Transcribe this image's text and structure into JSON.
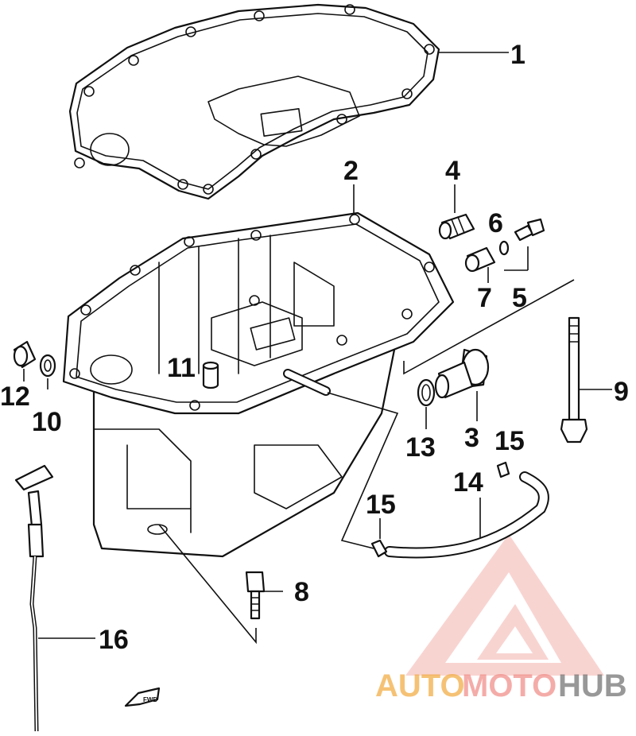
{
  "callouts": {
    "c1": "1",
    "c2": "2",
    "c3": "3",
    "c4": "4",
    "c5": "5",
    "c6": "6",
    "c7": "7",
    "c8": "8",
    "c9": "9",
    "c10": "10",
    "c11": "11",
    "c12": "12",
    "c13": "13",
    "c14": "14",
    "c15a": "15",
    "c15b": "15",
    "c16": "16"
  },
  "watermark": {
    "part1": "AUTO",
    "part2": "MOTO",
    "part3": "HUB"
  },
  "fwd_label": "FWD",
  "colors": {
    "line": "#111111",
    "watermark_red": "#e8312a",
    "watermark_orange": "#f2a93b",
    "watermark_gray": "#6d6d6d"
  }
}
